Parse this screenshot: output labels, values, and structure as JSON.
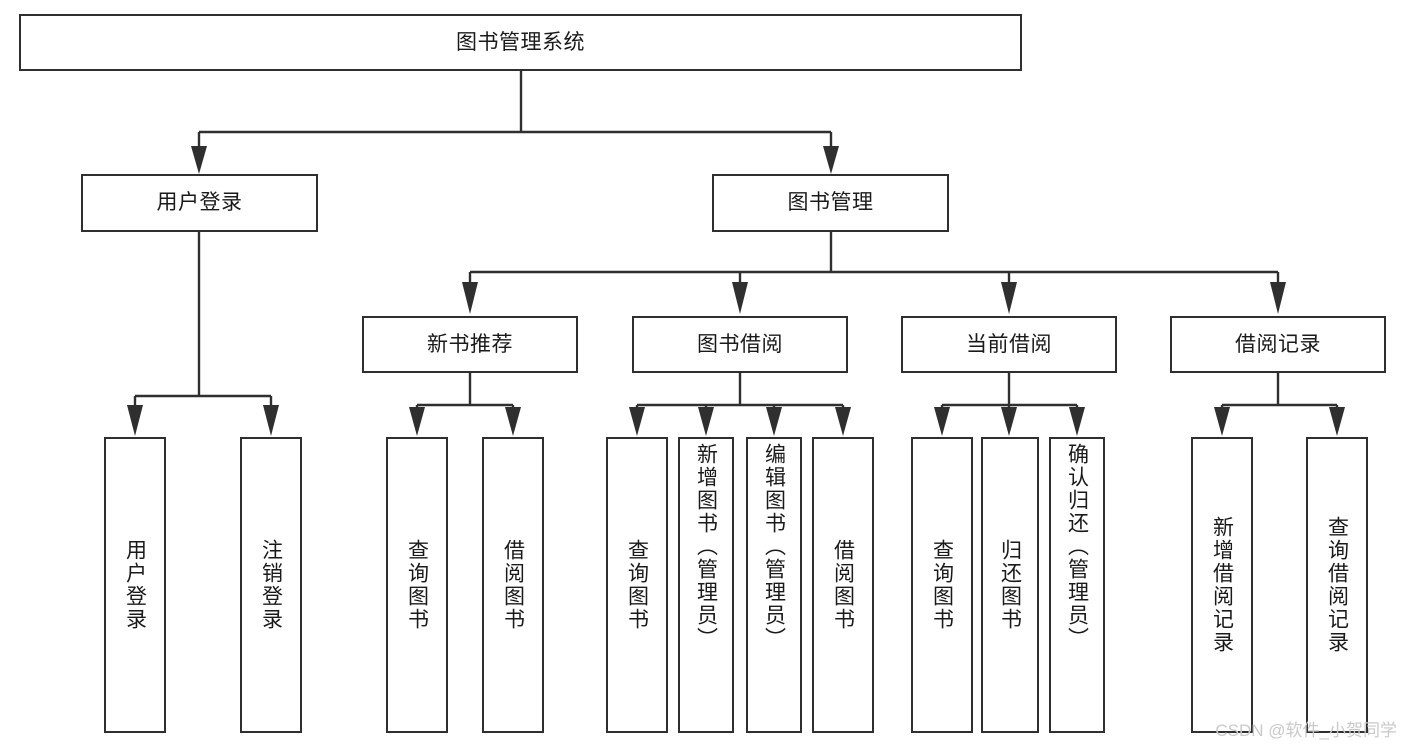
{
  "diagram": {
    "title": "图书管理系统",
    "type": "tree-flowchart",
    "orientation": "top-down",
    "root": {
      "label": "图书管理系统"
    },
    "level1": [
      {
        "label": "用户登录"
      },
      {
        "label": "图书管理"
      }
    ],
    "level2": [
      {
        "label": "新书推荐"
      },
      {
        "label": "图书借阅"
      },
      {
        "label": "当前借阅"
      },
      {
        "label": "借阅记录"
      }
    ],
    "leaves": {
      "user_login": [
        {
          "label": "用户登录"
        },
        {
          "label": "注销登录"
        }
      ],
      "new_book_recommend": [
        {
          "label": "查询图书"
        },
        {
          "label": "借阅图书"
        }
      ],
      "book_borrow": [
        {
          "label": "查询图书"
        },
        {
          "label": "新增图书（管理员）"
        },
        {
          "label": "编辑图书（管理员）"
        },
        {
          "label": "借阅图书"
        }
      ],
      "current_borrow": [
        {
          "label": "查询图书"
        },
        {
          "label": "归还图书"
        },
        {
          "label": "确认归还（管理员）"
        }
      ],
      "borrow_record": [
        {
          "label": "新增借阅记录"
        },
        {
          "label": "查询借阅记录"
        }
      ]
    }
  },
  "watermark": {
    "text": "CSDN @软件_小贺同学"
  },
  "colors": {
    "stroke": "#2f2f2f",
    "text": "#1a1a1a",
    "background": "#ffffff",
    "watermark": "#c9c9c9"
  }
}
